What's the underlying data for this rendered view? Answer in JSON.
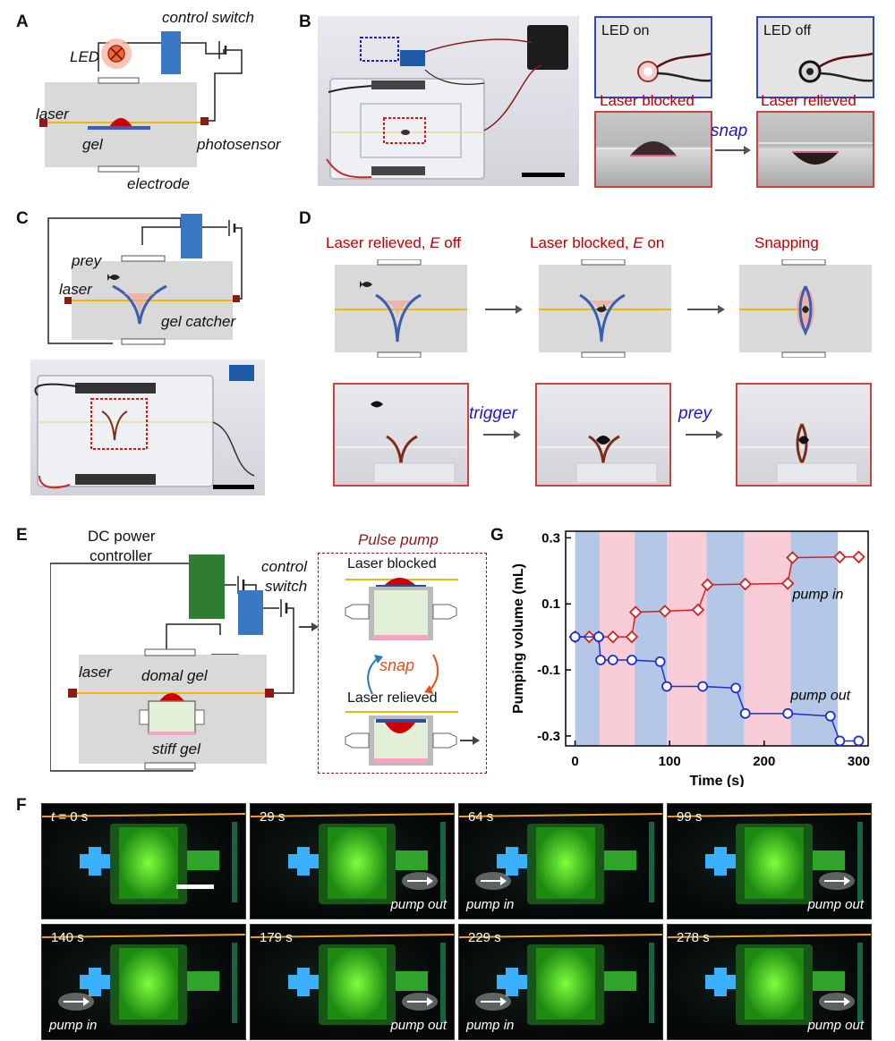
{
  "panels": {
    "A": {
      "letter": "A",
      "led": "LED",
      "control_switch": "control switch",
      "laser": "laser",
      "gel": "gel",
      "photosensor": "photosensor",
      "electrode": "electrode"
    },
    "B": {
      "letter": "B",
      "led_on": "LED on",
      "led_off": "LED off",
      "laser_blocked": "Laser blocked",
      "laser_relieved": "Laser relieved",
      "snap": "snap"
    },
    "C": {
      "letter": "C",
      "prey": "prey",
      "laser": "laser",
      "gel_catcher": "gel catcher"
    },
    "D": {
      "letter": "D",
      "stage1": "Laser relieved, ",
      "stage1_e": "E",
      "stage1_tail": " off",
      "stage2": "Laser blocked, ",
      "stage2_e": "E",
      "stage2_tail": " on",
      "stage3": "Snapping",
      "trigger": "trigger",
      "prey": "prey"
    },
    "E": {
      "letter": "E",
      "dc_power": "DC power",
      "controller": "controller",
      "control": "control",
      "switch": "switch",
      "laser": "laser",
      "domal_gel": "domal gel",
      "stiff_gel": "stiff gel",
      "pulse_pump": "Pulse pump",
      "laser_blocked": "Laser blocked",
      "snap": "snap",
      "laser_relieved": "Laser relieved"
    },
    "F": {
      "letter": "F",
      "frames": [
        {
          "time_prefix": "t",
          "time": " = 0 s",
          "label": ""
        },
        {
          "time_prefix": "",
          "time": "29 s",
          "label": "pump out"
        },
        {
          "time_prefix": "",
          "time": "64 s",
          "label": "pump in"
        },
        {
          "time_prefix": "",
          "time": "99 s",
          "label": "pump out"
        },
        {
          "time_prefix": "",
          "time": "140 s",
          "label": "pump in"
        },
        {
          "time_prefix": "",
          "time": "179 s",
          "label": "pump out"
        },
        {
          "time_prefix": "",
          "time": "229 s",
          "label": "pump in"
        },
        {
          "time_prefix": "",
          "time": "278 s",
          "label": "pump out"
        }
      ]
    },
    "G": {
      "letter": "G"
    }
  },
  "colors": {
    "red": "#c00000",
    "blue_text": "#1a1acc",
    "switch_blue": "#3a78c4",
    "controller_green": "#2e7d32",
    "laser_yellow": "#f2b705",
    "band_blue": "#b4c7e7",
    "band_pink": "#f8cdd7",
    "series_in": "#d62020",
    "series_out": "#1f2fcf"
  },
  "chart_data": {
    "type": "line",
    "title": "",
    "xlabel": "Time (s)",
    "ylabel": "Pumping volume (mL)",
    "xlim": [
      -10,
      310
    ],
    "ylim": [
      -0.33,
      0.32
    ],
    "xticks": [
      0,
      100,
      200,
      300
    ],
    "yticks": [
      -0.3,
      -0.1,
      0.1,
      0.3
    ],
    "ytick_labels": [
      "-0.3",
      "-0.1",
      "0.1",
      "0.3"
    ],
    "bands": [
      {
        "from": 0,
        "to": 26,
        "color": "blue"
      },
      {
        "from": 26,
        "to": 63,
        "color": "pink"
      },
      {
        "from": 63,
        "to": 97,
        "color": "blue"
      },
      {
        "from": 97,
        "to": 139,
        "color": "pink"
      },
      {
        "from": 139,
        "to": 179,
        "color": "blue"
      },
      {
        "from": 179,
        "to": 228,
        "color": "pink"
      },
      {
        "from": 228,
        "to": 278,
        "color": "blue"
      }
    ],
    "series": [
      {
        "name": "pump in",
        "marker": "diamond",
        "x": [
          0,
          15,
          25,
          40,
          60,
          64,
          95,
          130,
          140,
          180,
          225,
          230,
          280,
          300
        ],
        "y": [
          0,
          0,
          0,
          0,
          0,
          0.075,
          0.078,
          0.082,
          0.158,
          0.16,
          0.162,
          0.24,
          0.242,
          0.242
        ]
      },
      {
        "name": "pump out",
        "marker": "circle",
        "x": [
          0,
          25,
          27,
          40,
          60,
          90,
          97,
          135,
          170,
          180,
          225,
          270,
          280,
          300
        ],
        "y": [
          0,
          0,
          -0.07,
          -0.07,
          -0.07,
          -0.075,
          -0.15,
          -0.15,
          -0.155,
          -0.232,
          -0.232,
          -0.24,
          -0.315,
          -0.315
        ]
      }
    ]
  }
}
